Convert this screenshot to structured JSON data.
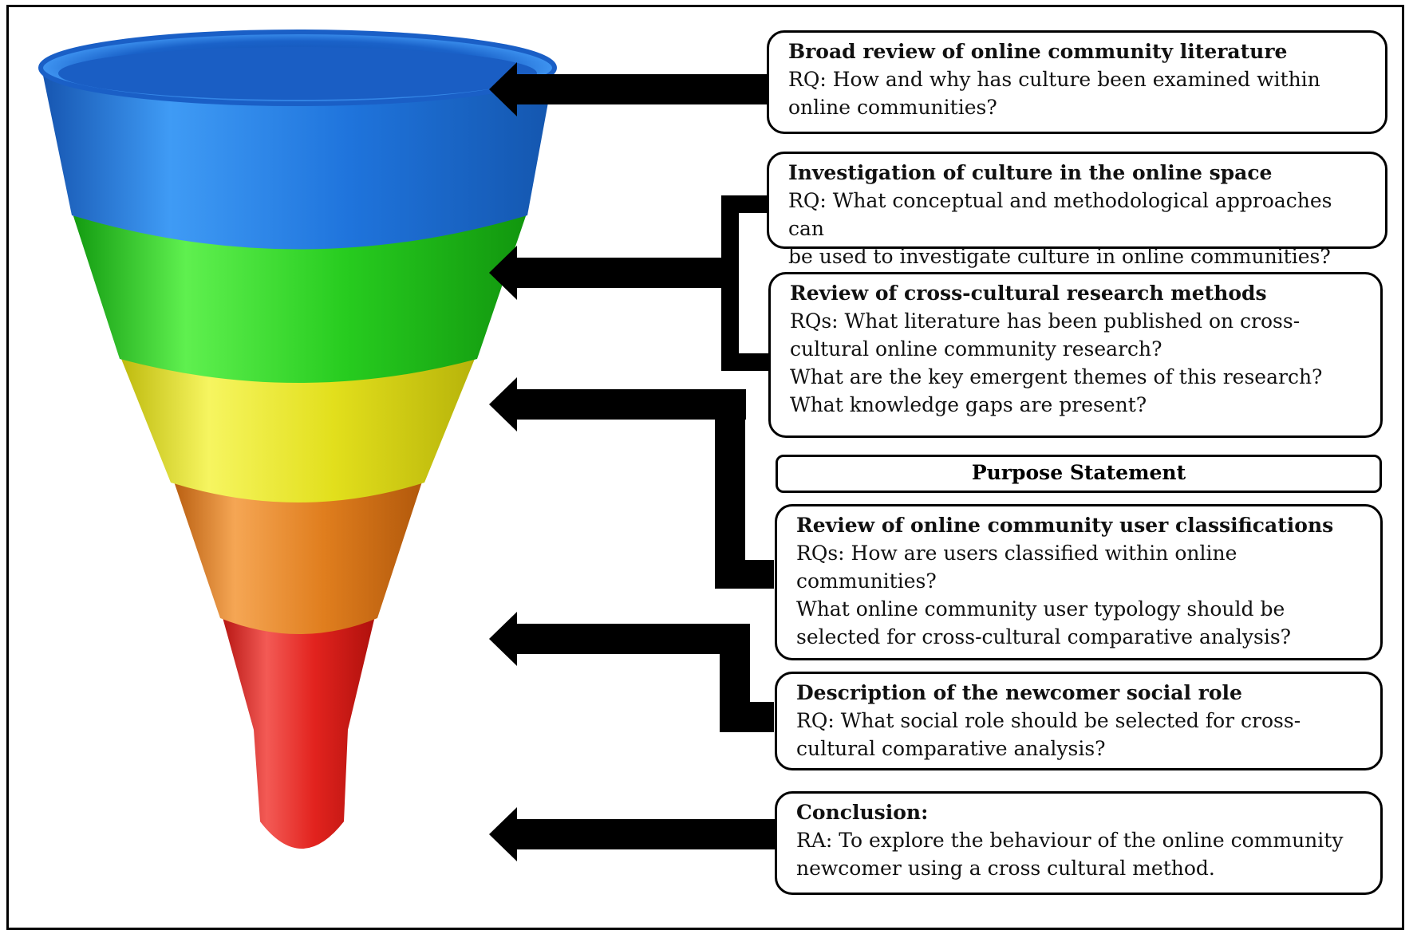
{
  "boxes": {
    "broad_review": {
      "title": "Broad review of online community literature",
      "lines": [
        "RQ: How and why has culture  been examined within",
        "online communities?"
      ]
    },
    "investigation_culture": {
      "title": "Investigation of culture in the online space",
      "lines": [
        "RQ: What conceptual and methodological approaches can",
        "be used to investigate culture in online communities?"
      ]
    },
    "cross_cultural_methods": {
      "title": "Review of cross-cultural  research  methods",
      "lines": [
        "RQs: What literature  has been published on cross-",
        "cultural online community research?",
        "What are the key emergent themes of this research?",
        "What knowledge gaps are present?"
      ]
    },
    "user_classifications": {
      "title": "Review of online community user classifications",
      "lines": [
        "RQs: How are users classified within online",
        "communities?",
        "What online community user typology should be",
        "selected for cross-cultural  comparative analysis?"
      ]
    },
    "newcomer_role": {
      "title": "Description of the newcomer  social role",
      "lines": [
        "RQ: What social role should be selected for cross-",
        "cultural comparative analysis?"
      ]
    },
    "conclusion": {
      "title": "Conclusion:",
      "lines": [
        "RA:  To explore the behaviour of the online community",
        "newcomer using a cross cultural method."
      ]
    }
  },
  "purpose_statement": "Purpose Statement",
  "funnel_colors": {
    "blue": "#1f6fd6",
    "green": "#22c51c",
    "yellow": "#e3e01a",
    "orange": "#e07c1c",
    "red": "#e0201c"
  }
}
